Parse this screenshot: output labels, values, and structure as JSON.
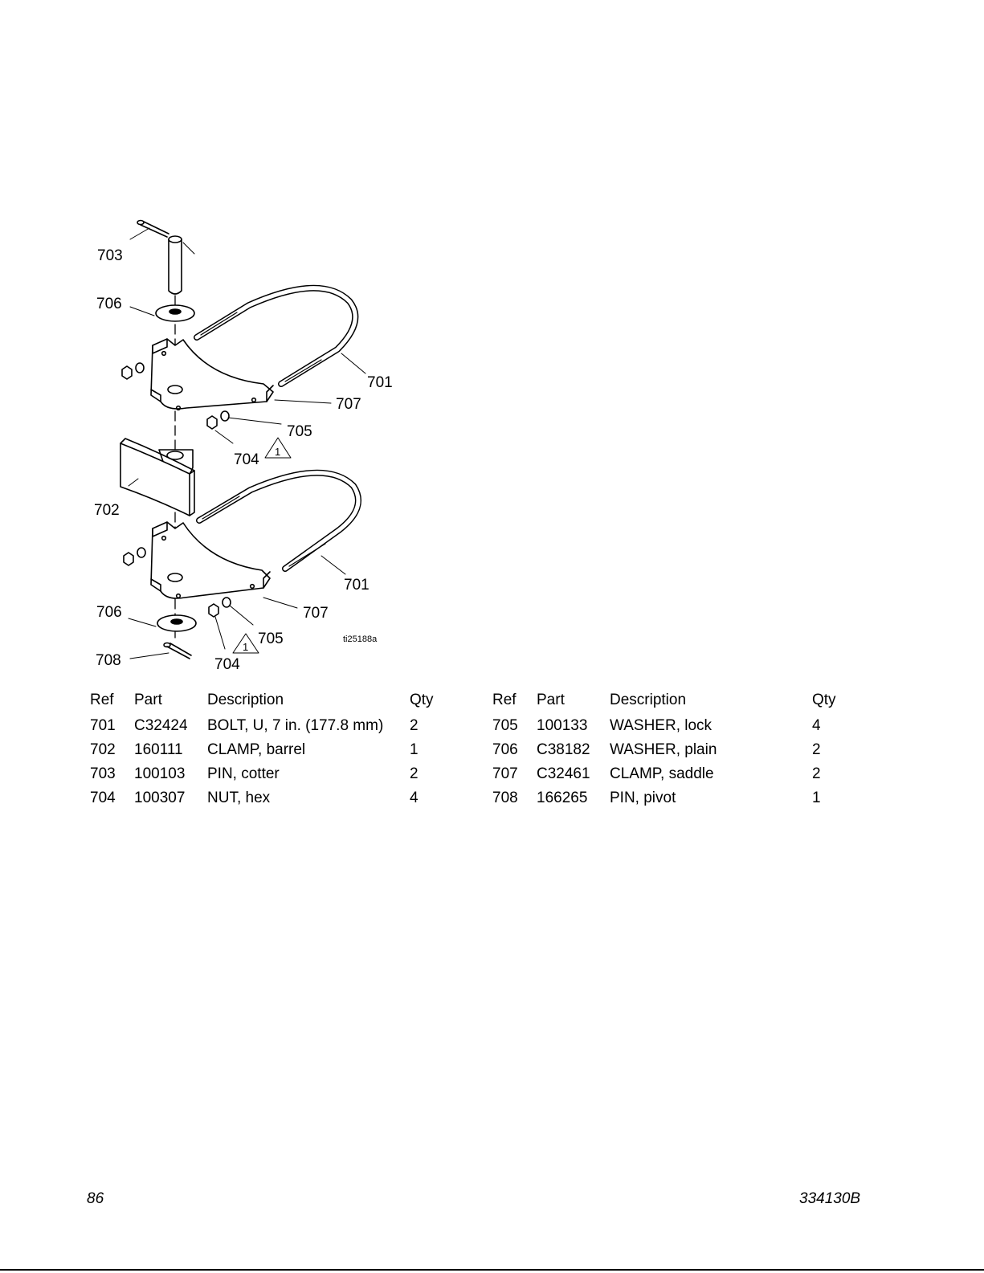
{
  "diagram": {
    "callouts": {
      "c703": "703",
      "c706_top": "706",
      "c701_top": "701",
      "c707_top": "707",
      "c705_top": "705",
      "c704_top": "704",
      "c702": "702",
      "c701_bottom": "701",
      "c706_bottom": "706",
      "c707_bottom": "707",
      "c705_bottom": "705",
      "c708": "708",
      "c704_bottom": "704"
    },
    "note_marker_top": "1",
    "note_marker_bottom": "1",
    "figure_id": "ti25188a"
  },
  "parts_table": {
    "headers": {
      "ref": "Ref",
      "part": "Part",
      "description": "Description",
      "qty": "Qty"
    },
    "left": [
      {
        "ref": "701",
        "part": "C32424",
        "description": "BOLT, U, 7 in. (177.8 mm)",
        "qty": "2"
      },
      {
        "ref": "702",
        "part": "160111",
        "description": "CLAMP, barrel",
        "qty": "1"
      },
      {
        "ref": "703",
        "part": "100103",
        "description": "PIN, cotter",
        "qty": "2"
      },
      {
        "ref": "704",
        "part": "100307",
        "description": "NUT, hex",
        "qty": "4"
      }
    ],
    "right": [
      {
        "ref": "705",
        "part": "100133",
        "description": "WASHER, lock",
        "qty": "4"
      },
      {
        "ref": "706",
        "part": "C38182",
        "description": "WASHER, plain",
        "qty": "2"
      },
      {
        "ref": "707",
        "part": "C32461",
        "description": "CLAMP, saddle",
        "qty": "2"
      },
      {
        "ref": "708",
        "part": "166265",
        "description": "PIN, pivot",
        "qty": "1"
      }
    ]
  },
  "footer": {
    "page_number": "86",
    "document_number": "334130B"
  }
}
